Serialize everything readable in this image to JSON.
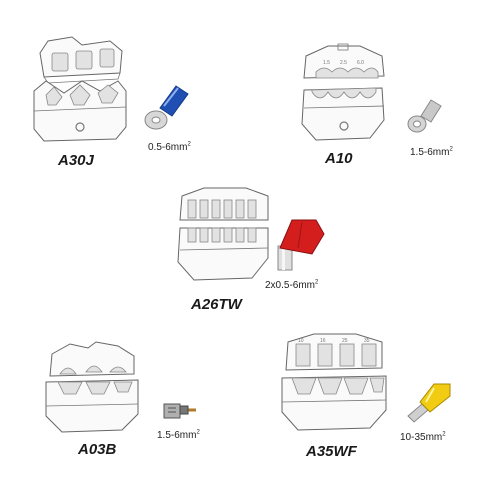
{
  "items": [
    {
      "model": "A30J",
      "spec_text": "0.5-6mm",
      "spec_sup": "2",
      "terminal_color": "#1f4fb3"
    },
    {
      "model": "A10",
      "spec_text": "1.5-6mm",
      "spec_sup": "2",
      "terminal_color": "#c9c9c9"
    },
    {
      "model": "A26TW",
      "spec_text": "2x0.5-6mm",
      "spec_sup": "2",
      "terminal_color": "#d41e1e"
    },
    {
      "model": "A03B",
      "spec_text": "1.5-6mm",
      "spec_sup": "2",
      "terminal_color": "#b0b0b0"
    },
    {
      "model": "A35WF",
      "spec_text": "10-35mm",
      "spec_sup": "2",
      "terminal_color": "#f2cc12"
    }
  ],
  "die_marks": {
    "a10": [
      "1.5",
      "2.5",
      "6.0"
    ],
    "a35wf": [
      "10",
      "16",
      "25",
      "35"
    ]
  }
}
